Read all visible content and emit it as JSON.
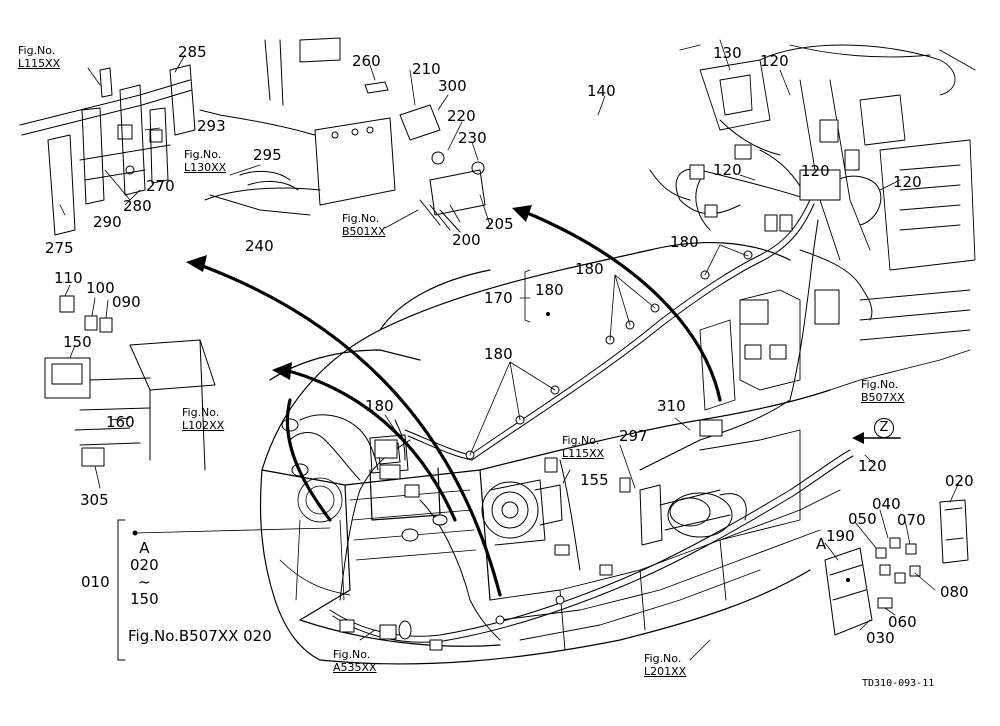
{
  "drawing_code": "TD310-093-11",
  "part_labels": {
    "p285": "285",
    "p293": "293",
    "p270": "270",
    "p280": "280",
    "p290": "290",
    "p275": "275",
    "p260": "260",
    "p210": "210",
    "p300": "300",
    "p220": "220",
    "p230": "230",
    "p295": "295",
    "p240": "240",
    "p200": "200",
    "p205": "205",
    "p140": "140",
    "p130": "130",
    "p120a": "120",
    "p120b": "120",
    "p120c": "120",
    "p120d": "120",
    "p120e": "120",
    "p110": "110",
    "p100": "100",
    "p090": "090",
    "p150": "150",
    "p160": "160",
    "p305": "305",
    "p180a": "180",
    "p180b": "180",
    "p180c": "180",
    "p180d": "180",
    "p180e": "180",
    "p170": "170",
    "p310": "310",
    "p297": "297",
    "p155": "155",
    "p020": "020",
    "p050": "050",
    "p040": "040",
    "p070": "070",
    "p190": "190",
    "p080": "080",
    "p060": "060",
    "p030": "030",
    "p010": "010",
    "pA": "A",
    "pA2": "A",
    "pZ": "Z"
  },
  "fig_refs": {
    "r1": {
      "label": "Fig.No.",
      "code": "L115XX"
    },
    "r2": {
      "label": "Fig.No.",
      "code": "L130XX"
    },
    "r3": {
      "label": "Fig.No.",
      "code": "B501XX"
    },
    "r4": {
      "label": "Fig.No.",
      "code": "L102XX"
    },
    "r5": {
      "label": "Fig.No.",
      "code": "L115XX"
    },
    "r6": {
      "label": "Fig.No.",
      "code": "B507XX"
    },
    "r7": {
      "label": "Fig.No.",
      "code": "A535XX"
    },
    "r8": {
      "label": "Fig.No.",
      "code": "L201XX"
    }
  },
  "range_note": {
    "line1": "A",
    "line2": "020",
    "line3": "~",
    "line4": "150",
    "line5": "Fig.No.B507XX  020"
  }
}
